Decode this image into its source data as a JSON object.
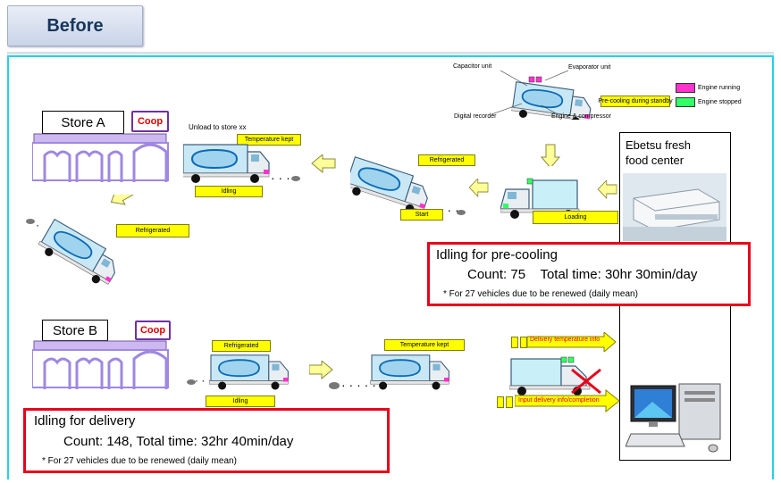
{
  "tab": {
    "title": "Before"
  },
  "stores": {
    "a": "Store A",
    "b": "Store B",
    "coop": "Coop"
  },
  "center": {
    "line1": "Ebetsu fresh",
    "line2": "food center"
  },
  "legend": {
    "running": "Engine running",
    "running_color": "#ff33cc",
    "stopped": "Engine stopped",
    "stopped_color": "#33ff66"
  },
  "truck_parts": {
    "capacitor": "Capacitor unit",
    "evaporator": "Evaporator unit",
    "recorder": "Digital recorder",
    "engine": "Engine & compressor",
    "precooling": "Pre-cooling during standby"
  },
  "labels": {
    "unload": "Unload to store xx",
    "temp_kept_1": "Temperature kept",
    "idling_1": "Idling",
    "refrigerated_1": "Refrigerated",
    "start": "Start",
    "loading": "Loading",
    "refrigerated_2": "Refrigerated",
    "refrigerated_3": "Refrigerated",
    "temp_kept_2": "Temperature kept",
    "idling_2": "Idling",
    "delivery_temp": "Delivery temperature info",
    "input_delivery": "Input delivery info/completion"
  },
  "precool": {
    "title": "Idling for pre-cooling",
    "stats": "Count: 75    Total time: 30hr 30min/day",
    "note": "* For 27 vehicles due to be renewed (daily mean)"
  },
  "delivery": {
    "title": "Idling for delivery",
    "stats": "Count: 148, Total time: 32hr 40min/day",
    "note": "* For 27 vehicles due to be renewed (daily mean)"
  },
  "colors": {
    "frame": "#22d3e6",
    "highlight": "#e8001c",
    "label_bg": "#ffff00",
    "arrow": "#ffff99"
  }
}
